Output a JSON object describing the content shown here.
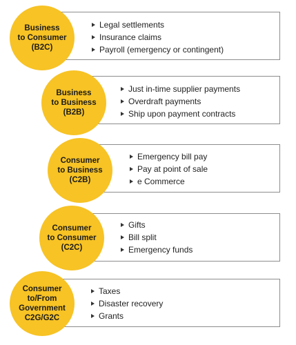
{
  "categories": [
    {
      "label": "Business\nto Consumer\n(B2C)",
      "items": [
        "Legal settlements",
        "Insurance claims",
        "Payroll (emergency or contingent)"
      ]
    },
    {
      "label": "Business\nto Business\n(B2B)",
      "items": [
        "Just in-time supplier payments",
        "Overdraft payments",
        "Ship upon payment contracts"
      ]
    },
    {
      "label": "Consumer\nto Business\n(C2B)",
      "items": [
        "Emergency bill pay",
        "Pay at point of sale",
        "e Commerce"
      ]
    },
    {
      "label": "Consumer\nto Consumer\n(C2C)",
      "items": [
        "Gifts",
        "Bill split",
        "Emergency funds"
      ]
    },
    {
      "label": "Consumer\nto/From\nGovernment\nC2G/G2C",
      "items": [
        "Taxes",
        "Disaster recovery",
        "Grants"
      ]
    }
  ],
  "colors": {
    "circle": "#f7c325",
    "border": "#8c8c8c"
  },
  "icons": {
    "bullet": "arrow-bullet-icon"
  }
}
